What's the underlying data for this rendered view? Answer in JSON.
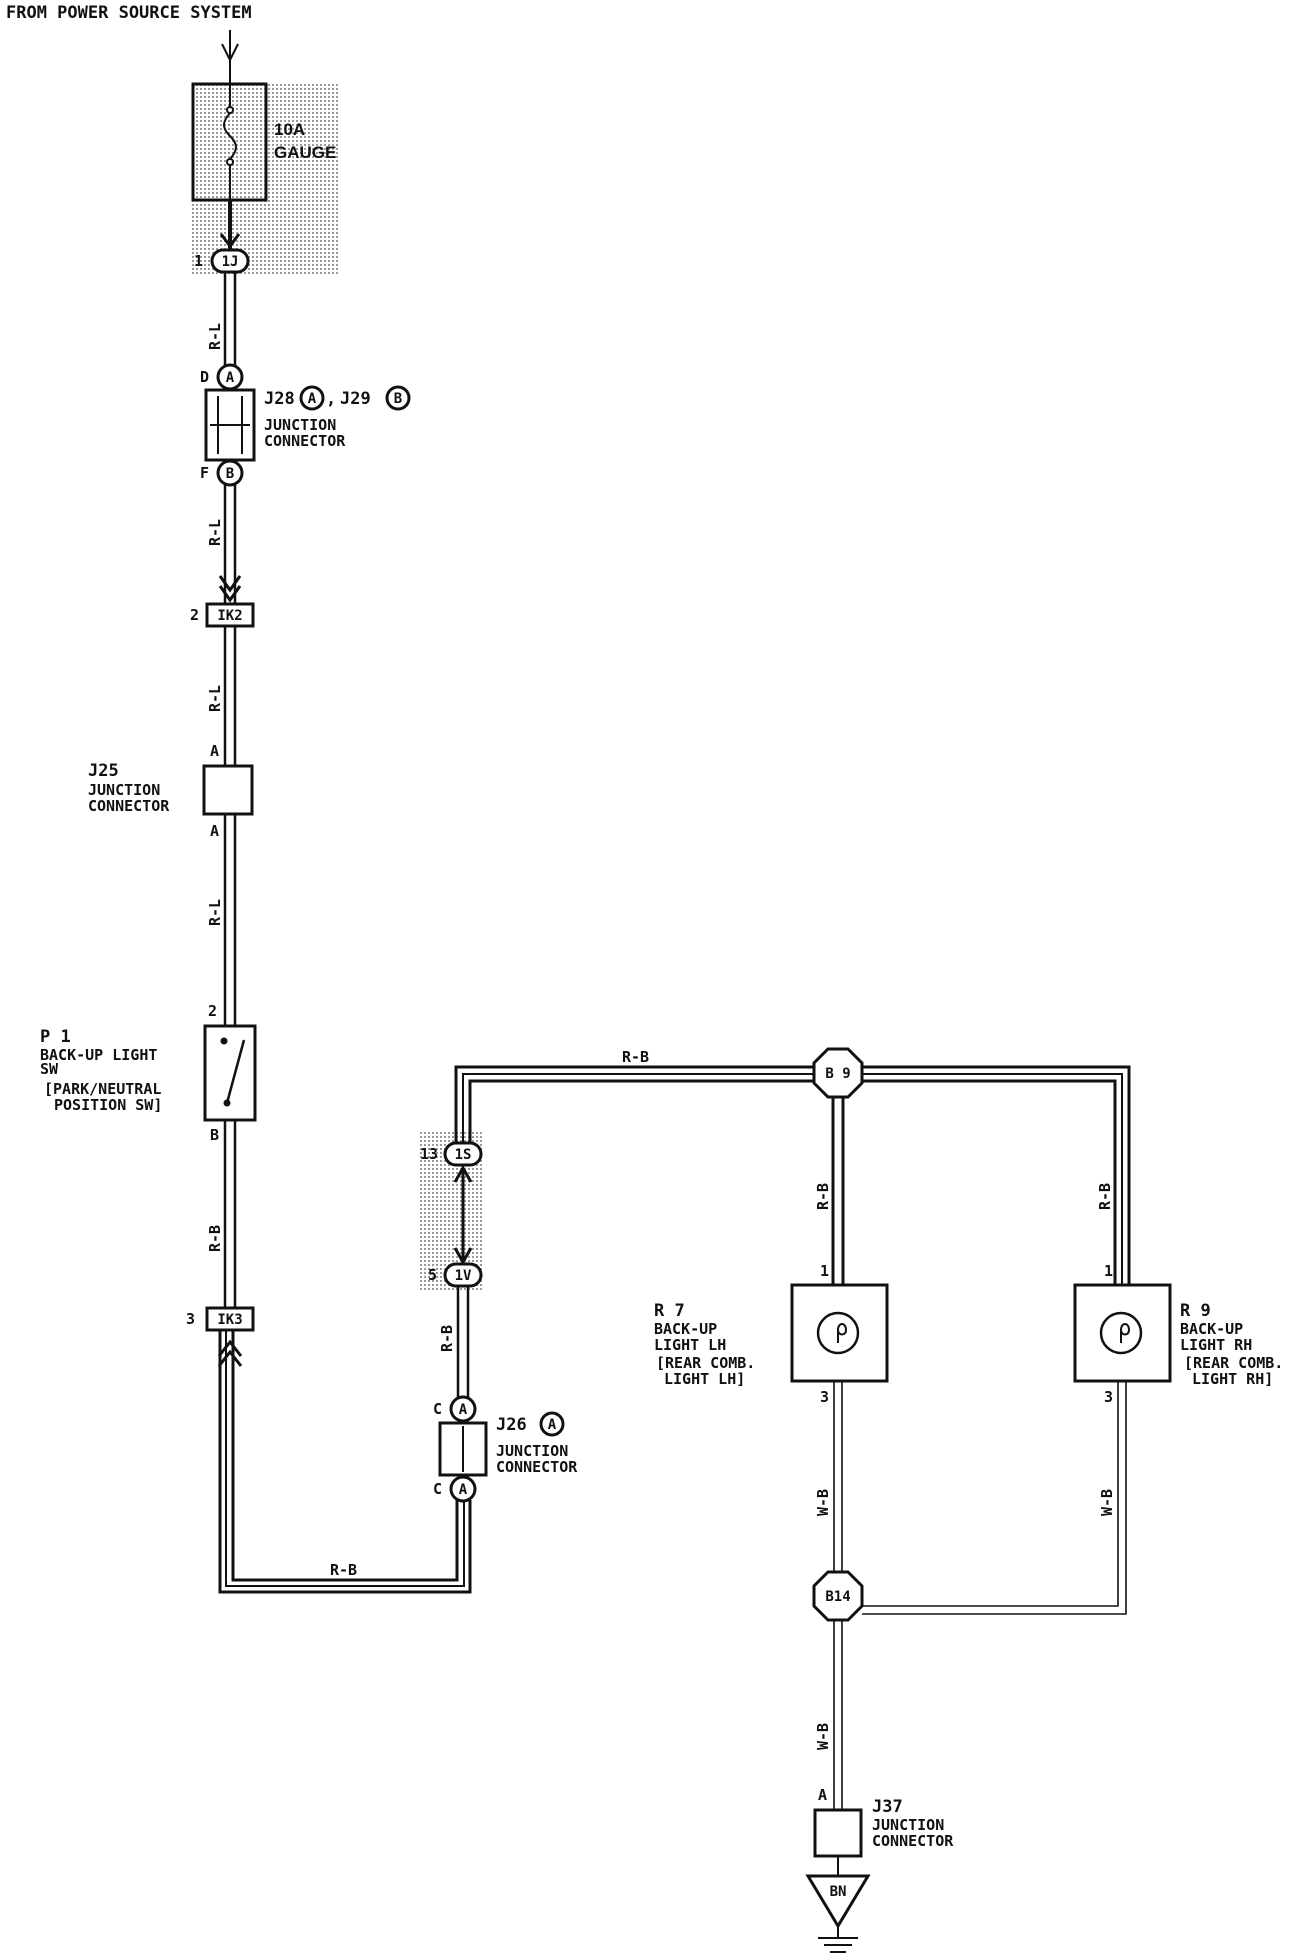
{
  "header": {
    "source": "FROM POWER SOURCE SYSTEM"
  },
  "fuse": {
    "rating": "10A",
    "name": "GAUGE"
  },
  "connectors": {
    "c1j": {
      "pin": "1",
      "id": "1J"
    },
    "j28_top": {
      "pin": "D",
      "id": "A"
    },
    "j28_bottom": {
      "pin": "F",
      "id": "B"
    },
    "j28_label": {
      "j28": "J28",
      "circA": "A",
      "sep": ",",
      "j29": "J29",
      "circB": "B",
      "desc1": "JUNCTION",
      "desc2": "CONNECTOR"
    },
    "ik2": {
      "pin": "2",
      "id": "IK2"
    },
    "j25": {
      "id": "J25",
      "desc1": "JUNCTION",
      "desc2": "CONNECTOR",
      "pin_top": "A",
      "pin_bottom": "A"
    },
    "ik3": {
      "pin": "3",
      "id": "IK3"
    },
    "c1s": {
      "pin": "13",
      "id": "1S"
    },
    "c1v": {
      "pin": "5",
      "id": "1V"
    },
    "j26": {
      "id": "J26",
      "circ": "A",
      "desc1": "JUNCTION",
      "desc2": "CONNECTOR",
      "pin_top": "C",
      "circ_top": "A",
      "pin_bottom": "C",
      "circ_bottom": "A"
    },
    "b9": {
      "id": "B 9"
    },
    "b14": {
      "id": "B14"
    },
    "j37": {
      "id": "J37",
      "desc1": "JUNCTION",
      "desc2": "CONNECTOR",
      "pin": "A"
    },
    "ground": {
      "id": "BN"
    }
  },
  "switch_p1": {
    "id": "P 1",
    "line1": "BACK-UP LIGHT",
    "line2": "SW",
    "line3": "[PARK/NEUTRAL",
    "line4": "POSITION SW]",
    "pin_top": "2",
    "pin_bottom": "B"
  },
  "lamp_r7": {
    "id": "R 7",
    "line1": "BACK-UP",
    "line2": "LIGHT LH",
    "line3": "[REAR COMB.",
    "line4": "LIGHT LH]",
    "pin_top": "1",
    "pin_bottom": "3"
  },
  "lamp_r9": {
    "id": "R 9",
    "line1": "BACK-UP",
    "line2": "LIGHT RH",
    "line3": "[REAR COMB.",
    "line4": "LIGHT RH]",
    "pin_top": "1",
    "pin_bottom": "3"
  },
  "wires": {
    "rl1": "R-L",
    "rl2": "R-L",
    "rl3": "R-L",
    "rl4": "R-L",
    "rb_p1": "R-B",
    "rb_bottom": "R-B",
    "rb_1v": "R-B",
    "rb_top": "R-B",
    "rb_r7": "R-B",
    "rb_r9": "R-B",
    "wb_r7": "W-B",
    "wb_r9": "W-B",
    "wb_j37": "W-B"
  },
  "colors": {
    "line": "#111111",
    "background": "#ffffff",
    "shade": "#b8b8b8"
  }
}
